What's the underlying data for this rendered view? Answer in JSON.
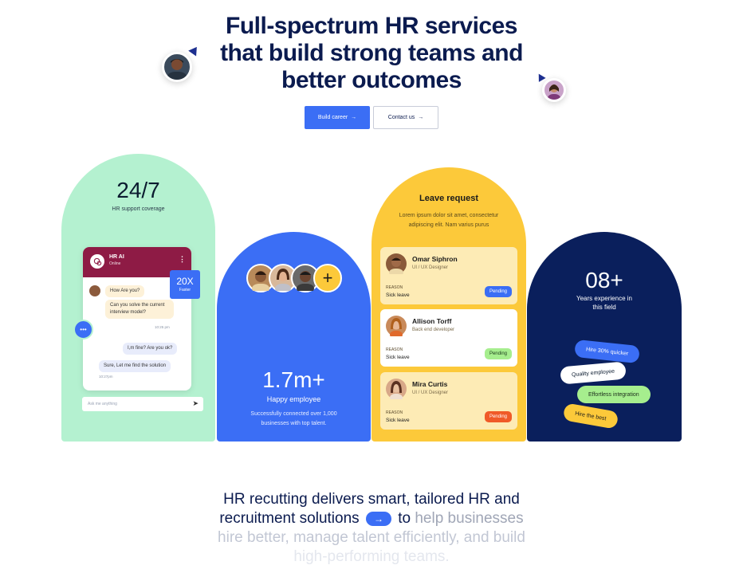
{
  "hero": {
    "title_line1": "Full-spectrum HR services",
    "title_line2": "that build strong teams and",
    "title_line3": "better outcomes",
    "primary_button": "Build career",
    "secondary_button": "Contact us",
    "arrow": "→"
  },
  "support_card": {
    "stat": "24/7",
    "label": "HR support coverage",
    "chat": {
      "name": "HR AI",
      "status": "Online",
      "messages": [
        {
          "text": "How Are you?"
        },
        {
          "text": "Can you solve the current interview model?"
        },
        {
          "time": "10:25 pm"
        },
        {
          "text": "I,m fine? Are you ok?"
        },
        {
          "text": "Sure, Let me find the solution"
        },
        {
          "time": "10:27pm"
        }
      ]
    },
    "faster_badge": {
      "value": "20X",
      "label": "Faster"
    },
    "input_placeholder": "Ask me anything",
    "send_icon": "➤"
  },
  "employee_card": {
    "stat": "1.7m+",
    "label": "Happy employee",
    "description": "Successfully connected over 1,000 businesses with top talent.",
    "plus_icon": "+"
  },
  "leave_card": {
    "title": "Leave request",
    "description": "Lorem ipsum dolor sit amet, consectetur adipiscing elit. Nam varius purus",
    "items": [
      {
        "name": "Omar Siphron",
        "role": "UI / UX Designer",
        "reason_label": "REASON",
        "reason": "Sick leave",
        "status": "Pending",
        "bg": "#fdebb5",
        "badge_bg": "#3b6ef5",
        "badge_fg": "#ffffff"
      },
      {
        "name": "Allison Torff",
        "role": "Back end developer",
        "reason_label": "REASON",
        "reason": "Sick leave",
        "status": "Pending",
        "bg": "#ffffff",
        "badge_bg": "#a6ee8e",
        "badge_fg": "#1b3b1b"
      },
      {
        "name": "Mira Curtis",
        "role": "UI / UX Designer",
        "reason_label": "REASON",
        "reason": "Sick leave",
        "status": "Pending",
        "bg": "#fdebb5",
        "badge_bg": "#f05a28",
        "badge_fg": "#ffffff"
      }
    ]
  },
  "experience_card": {
    "stat": "08+",
    "label": "Years experience in this field",
    "pills": [
      {
        "text": "Hire 30% quicker"
      },
      {
        "text": "Quality employee"
      },
      {
        "text": "Effortless integration"
      },
      {
        "text": "Hire the best"
      }
    ]
  },
  "bottom": {
    "line1": "HR recutting delivers smart, tailored HR and",
    "line2a": "recruitment solutions",
    "arrow": "→",
    "line2b": "to",
    "line2c": "help businesses",
    "line3": "hire better, manage talent efficiently, and build",
    "line4": "high-performing teams."
  },
  "colors": {
    "accent": "#3b6ef5",
    "navy": "#0a1f5c",
    "mint": "#b4f1d0",
    "yellow": "#fcc93a",
    "chat_header": "#8e1b45"
  }
}
